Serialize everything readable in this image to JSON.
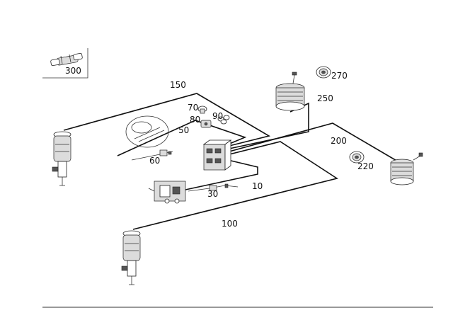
{
  "diagram": {
    "inset_box": {
      "label": "300"
    },
    "callouts": [
      {
        "id": "c-150",
        "text": "150"
      },
      {
        "id": "c-250",
        "text": "250"
      },
      {
        "id": "c-270",
        "text": "270"
      },
      {
        "id": "c-70",
        "text": "70"
      },
      {
        "id": "c-80",
        "text": "80"
      },
      {
        "id": "c-90",
        "text": "90"
      },
      {
        "id": "c-50",
        "text": "50"
      },
      {
        "id": "c-60",
        "text": "60"
      },
      {
        "id": "c-200",
        "text": "200"
      },
      {
        "id": "c-220",
        "text": "220"
      },
      {
        "id": "c-10",
        "text": "10"
      },
      {
        "id": "c-30",
        "text": "30"
      },
      {
        "id": "c-100",
        "text": "100"
      }
    ],
    "colors": {
      "line": "#111111",
      "part_fill": "#dcdcdc",
      "part_dark": "#555555",
      "background": "#ffffff"
    }
  }
}
